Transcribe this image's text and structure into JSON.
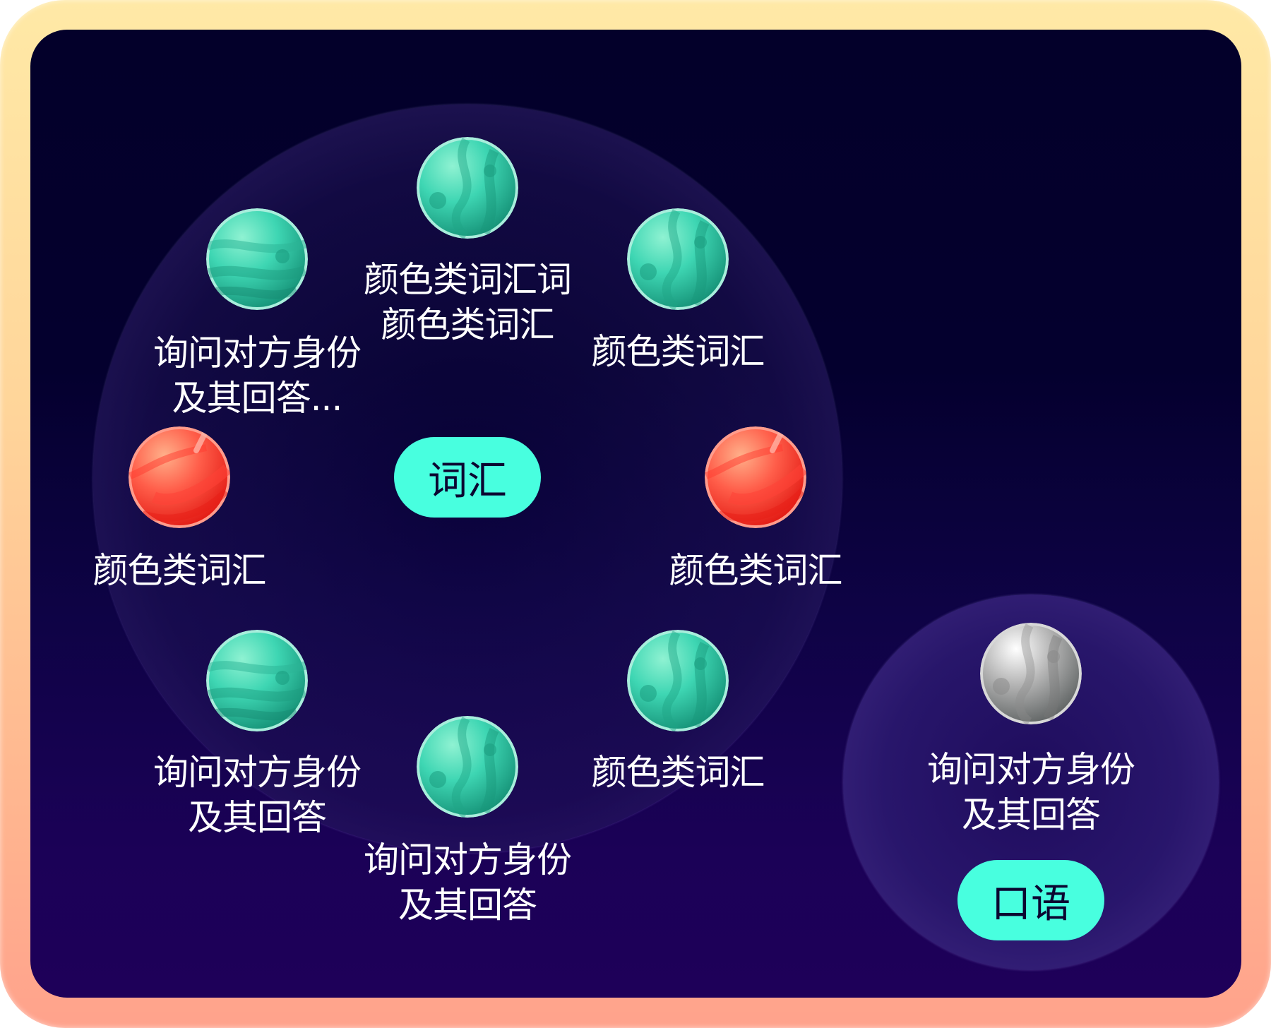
{
  "colors": {
    "frame_top": "#FFE9A6",
    "frame_bottom": "#FFA28C",
    "board_top": "#03002A",
    "board_bottom": "#1E0059",
    "pill_bg": "#48FFDF",
    "pill_text": "#0B0530",
    "label_text": "#FFFFFF",
    "planet_green": "#2FC9A5",
    "planet_red": "#F5473A",
    "planet_grey": "#A8A8A8"
  },
  "groups": [
    {
      "name": "vocabulary",
      "category_label": "词汇",
      "nodes": [
        {
          "type": "green",
          "status": "available",
          "label_lines": [
            "颜色类词汇词",
            "颜色类词汇"
          ]
        },
        {
          "type": "green",
          "status": "available",
          "label_lines": [
            "颜色类词汇"
          ]
        },
        {
          "type": "red",
          "status": "active",
          "label_lines": [
            "颜色类词汇"
          ]
        },
        {
          "type": "green",
          "status": "available",
          "label_lines": [
            "颜色类词汇"
          ]
        },
        {
          "type": "green",
          "status": "available",
          "label_lines": [
            "询问对方身份",
            "及其回答"
          ]
        },
        {
          "type": "green",
          "status": "available",
          "label_lines": [
            "询问对方身份",
            "及其回答"
          ]
        },
        {
          "type": "red",
          "status": "active",
          "label_lines": [
            "颜色类词汇"
          ]
        },
        {
          "type": "green",
          "status": "available",
          "label_lines": [
            "询问对方身份",
            "及其回答..."
          ]
        }
      ]
    },
    {
      "name": "speaking",
      "category_label": "口语",
      "nodes": [
        {
          "type": "grey",
          "status": "locked",
          "label_lines": [
            "询问对方身份",
            "及其回答"
          ]
        }
      ]
    }
  ]
}
